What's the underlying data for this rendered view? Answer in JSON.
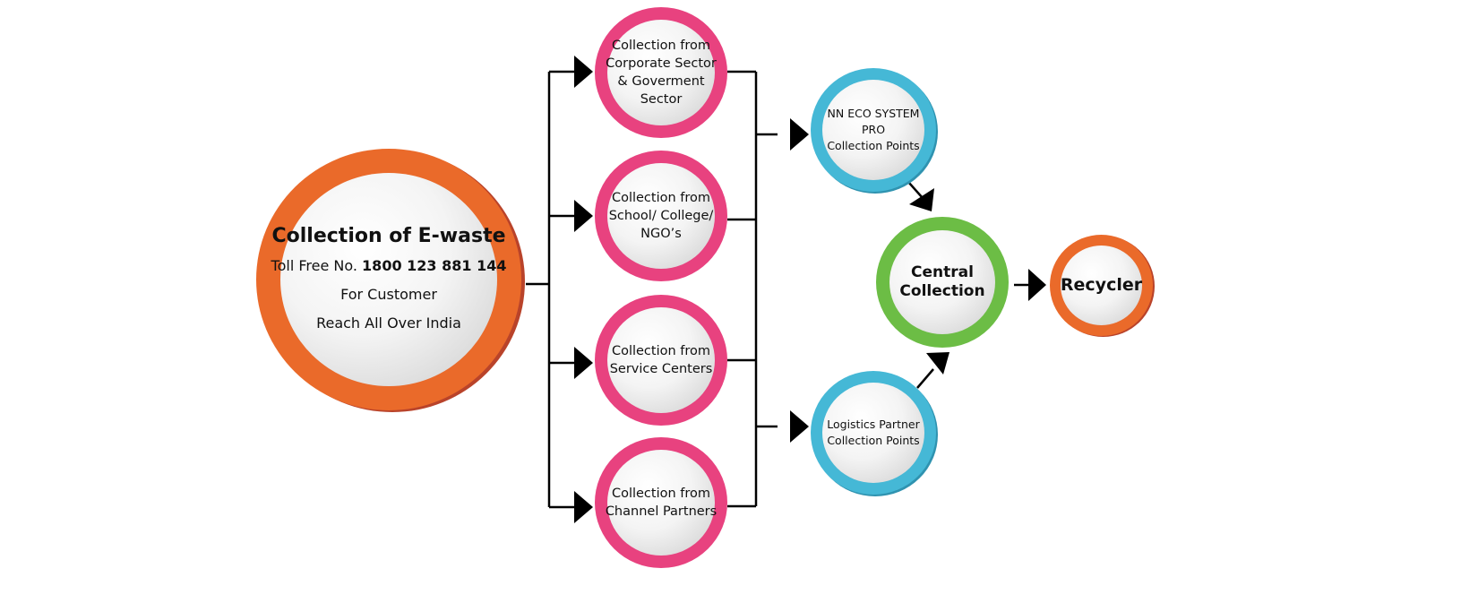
{
  "diagram": {
    "colors": {
      "orange": "#ea6a2a",
      "pink": "#e8427f",
      "blue": "#45b8d6",
      "green": "#6cbd45",
      "connector": "#000000"
    },
    "main_node": {
      "title": "Collection of E-waste",
      "toll_free_prefix": "Toll Free No. ",
      "toll_free_number": "1800 123 881 144",
      "line2": "For Customer",
      "line3": "Reach All Over India"
    },
    "sources": [
      {
        "lines": [
          "Collection from",
          "Corporate Sector",
          "& Goverment",
          "Sector"
        ]
      },
      {
        "lines": [
          "Collection from",
          "School/ College/",
          "NGO’s"
        ]
      },
      {
        "lines": [
          "Collection from",
          "Service Centers"
        ]
      },
      {
        "lines": [
          "Collection from",
          "Channel Partners"
        ]
      }
    ],
    "collection_points": [
      {
        "lines": [
          "NN ECO SYSTEM",
          "PRO",
          "Collection Points"
        ]
      },
      {
        "lines": [
          "Logistics Partner",
          "Collection Points"
        ]
      }
    ],
    "central": {
      "lines": [
        "Central",
        "Collection"
      ]
    },
    "recycler": {
      "lines": [
        "Recycler"
      ]
    }
  }
}
